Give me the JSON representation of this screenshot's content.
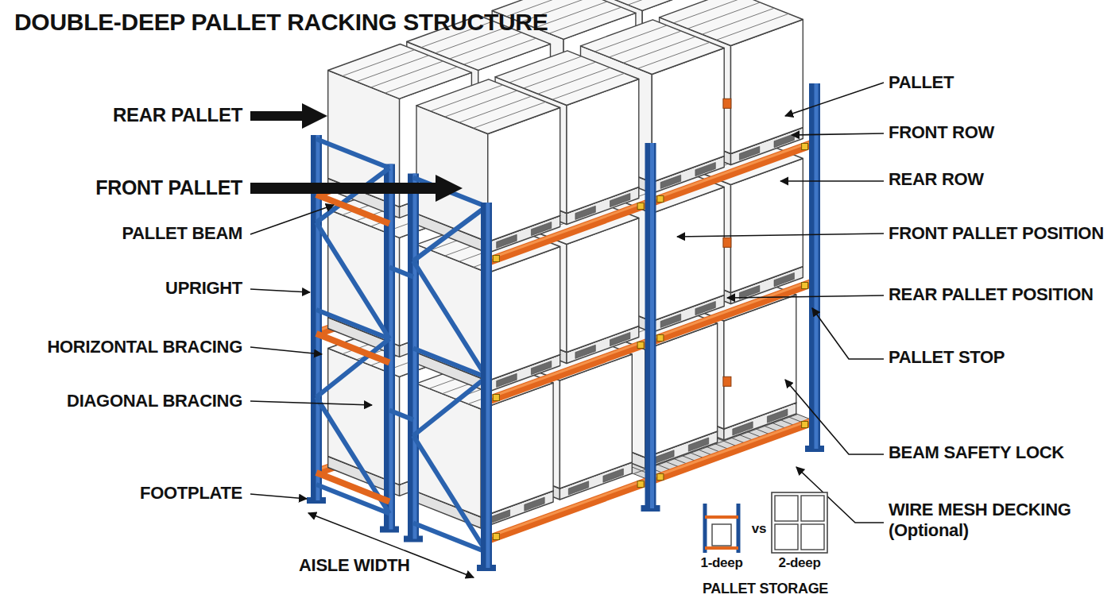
{
  "diagram": {
    "title": "DOUBLE-DEEP PALLET RACKING STRUCTURE",
    "labels": [
      "REAR PALLET",
      "FRONT PALLET",
      "PALLET BEAM",
      "UPRIGHT",
      "HORIZONTAL BRACING",
      "DIAGONAL BRACING",
      "FOOTPLATE",
      "AISLE WIDTH",
      "PALLET",
      "FRONT ROW",
      "REAR ROW",
      "FRONT PALLET POSITION",
      "REAR PALLET POSITION",
      "PALLET STOP",
      "BEAM SAFETY LOCK",
      "WIRE MESH DECKING (Optional)",
      "vs",
      "1-deep",
      "2-deep",
      "PALLET STORAGE"
    ]
  }
}
